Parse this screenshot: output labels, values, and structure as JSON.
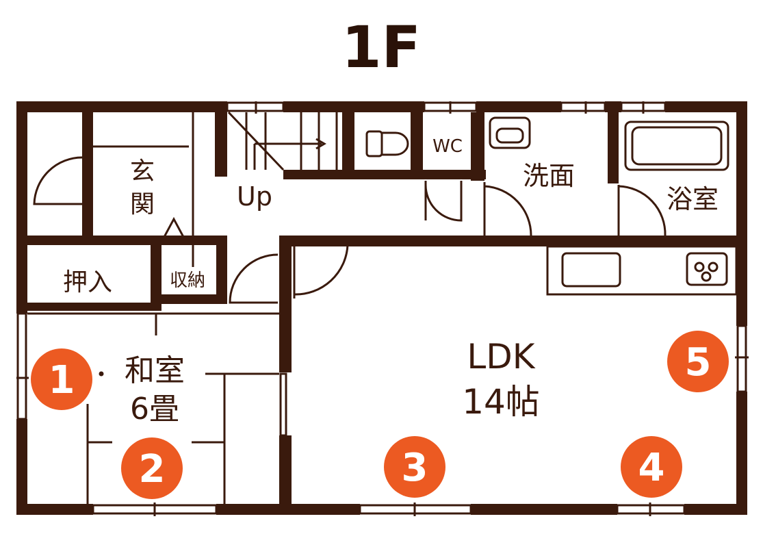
{
  "title": "1F",
  "colors": {
    "wall": "#3a1a0d",
    "line": "#3a1a0d",
    "badge": "#ec5a22",
    "background": "#ffffff"
  },
  "rooms": {
    "genkan_1": "玄",
    "genkan_2": "関",
    "up": "Up",
    "wc": "WC",
    "senmen": "洗面",
    "yokushitsu": "浴室",
    "oshiire": "押入",
    "shuno": "収納",
    "washitsu_1": "和室",
    "washitsu_2": "6畳",
    "ldk_1": "LDK",
    "ldk_2": "14帖"
  },
  "markers": [
    "1",
    "2",
    "3",
    "4",
    "5"
  ]
}
